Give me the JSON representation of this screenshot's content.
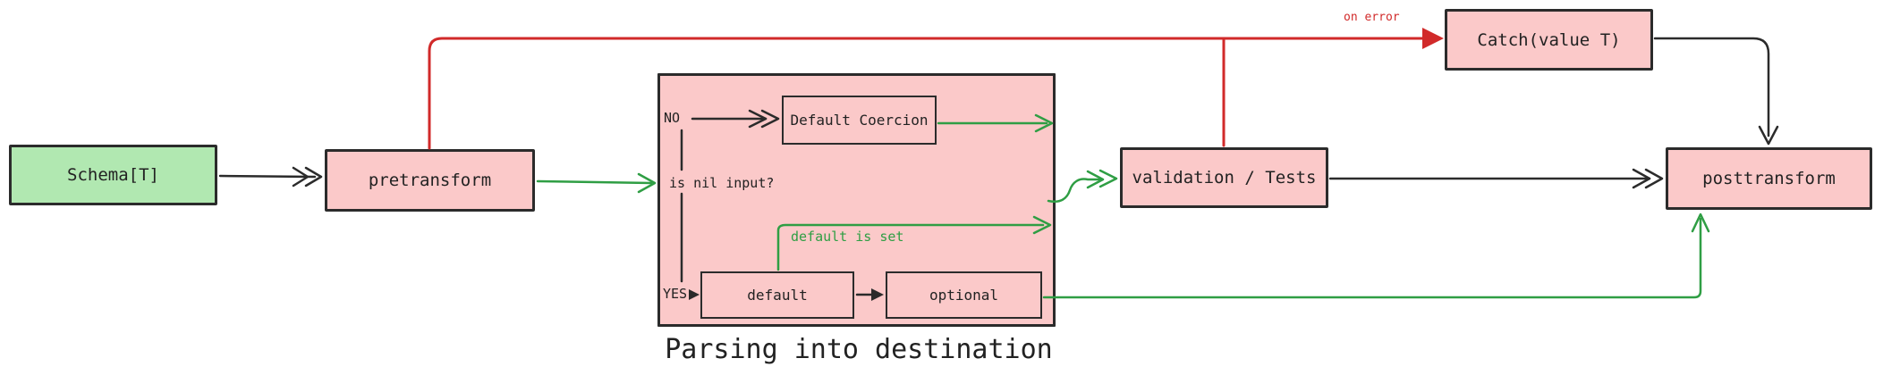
{
  "diagram": {
    "caption": "Parsing into destination",
    "nodes": {
      "schema": "Schema[T]",
      "pretransform": "pretransform",
      "default_coercion": "Default Coercion",
      "default": "default",
      "optional": "optional",
      "validation": "validation / Tests",
      "catch": "Catch(value T)",
      "posttransform": "posttransform"
    },
    "labels": {
      "no": "NO",
      "yes": "YES",
      "is_nil_input": "is nil input?",
      "default_is_set": "default is set",
      "on_error": "on error"
    },
    "colors": {
      "node_pink": "#fbc9c9",
      "node_green": "#b1e8b1",
      "stroke_black": "#2b2b2b",
      "stroke_red": "#d12a2a",
      "stroke_green": "#2f9e44"
    }
  }
}
